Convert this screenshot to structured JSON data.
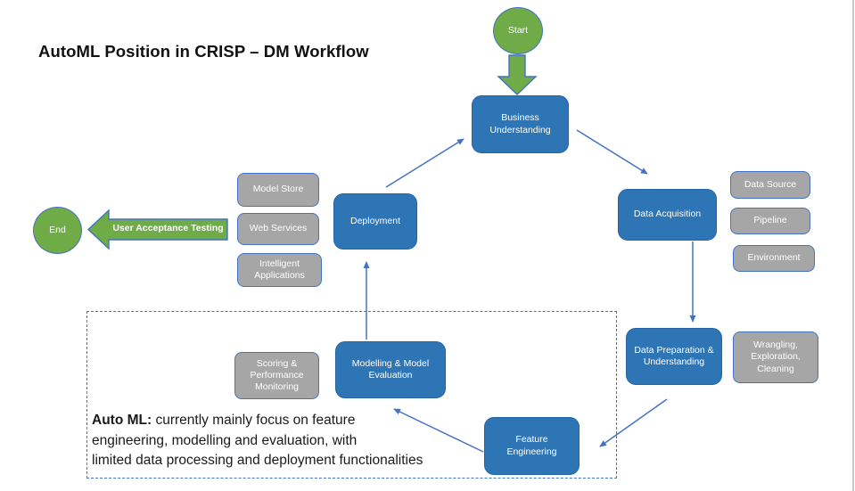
{
  "title": "AutoML Position in CRISP – DM Workflow",
  "colors": {
    "green": "#6FAC47",
    "blue_fill": "#2E75B6",
    "blue_border": "#2563A7",
    "gray_fill": "#A6A6A6",
    "gray_border": "#4472C4",
    "connector": "#4472C4",
    "dashed_border": "#4472C4",
    "text_on_shape": "#FFFFFF",
    "annotation_text": "#1A1A1A",
    "window_edge": "#C9C9C9"
  },
  "nodes": {
    "start": {
      "label": "Start"
    },
    "end": {
      "label": "End"
    },
    "business_understanding": {
      "label": "Business Understanding"
    },
    "data_acquisition": {
      "label": "Data Acquisition"
    },
    "data_source": {
      "label": "Data Source"
    },
    "pipeline": {
      "label": "Pipeline"
    },
    "environment": {
      "label": "Environment"
    },
    "data_preparation": {
      "label": "Data Preparation & Understanding"
    },
    "wrangling": {
      "label": "Wrangling, Exploration, Cleaning"
    },
    "feature_engineering": {
      "label": "Feature Engineering"
    },
    "modelling": {
      "label": "Modelling & Model Evaluation"
    },
    "scoring": {
      "label": "Scoring & Performance Monitoring"
    },
    "deployment": {
      "label": "Deployment"
    },
    "model_store": {
      "label": "Model Store"
    },
    "web_services": {
      "label": "Web Services"
    },
    "intelligent_applications": {
      "label": "Intelligent Applications"
    },
    "user_acceptance_testing": {
      "label": "User Acceptance Testing"
    }
  },
  "annotation": {
    "lines": [
      {
        "bold": "Auto ML:",
        "text": " currently mainly focus on feature"
      },
      {
        "bold": "",
        "text": "engineering, modelling and evaluation, with"
      },
      {
        "bold": "",
        "text": "limited data processing and deployment functionalities"
      }
    ]
  }
}
